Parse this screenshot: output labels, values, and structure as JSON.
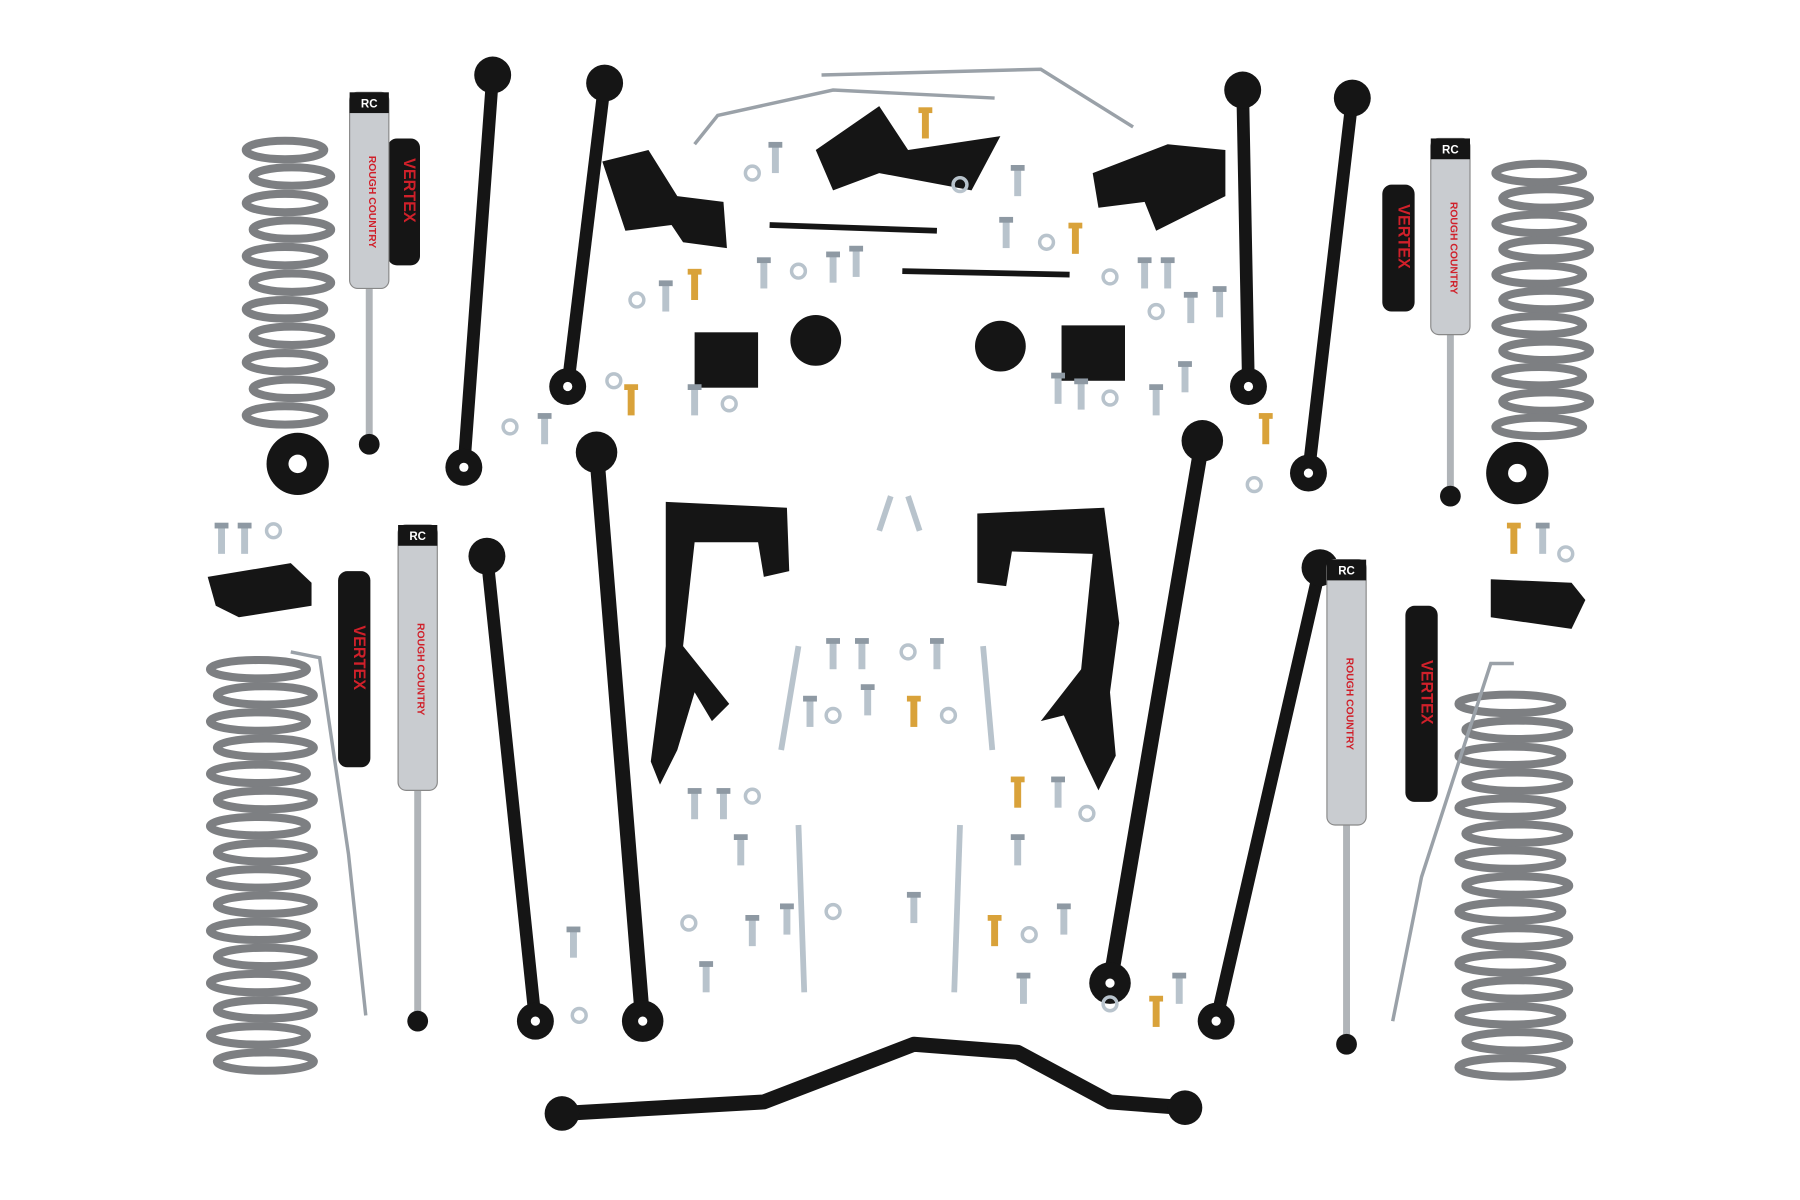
{
  "logos": {
    "brand": "ROUGH COUNTRY",
    "product": "VERTEX",
    "badge": "RC"
  },
  "colors": {
    "background": "#ffffff",
    "parts_black": "#151515",
    "spring_gray": "#7d7f82",
    "shock_silver": "#c9ccd0",
    "accent_red": "#d0202a",
    "hardware_zinc": "#b8c3cc",
    "hardware_gold": "#d9a23a"
  }
}
